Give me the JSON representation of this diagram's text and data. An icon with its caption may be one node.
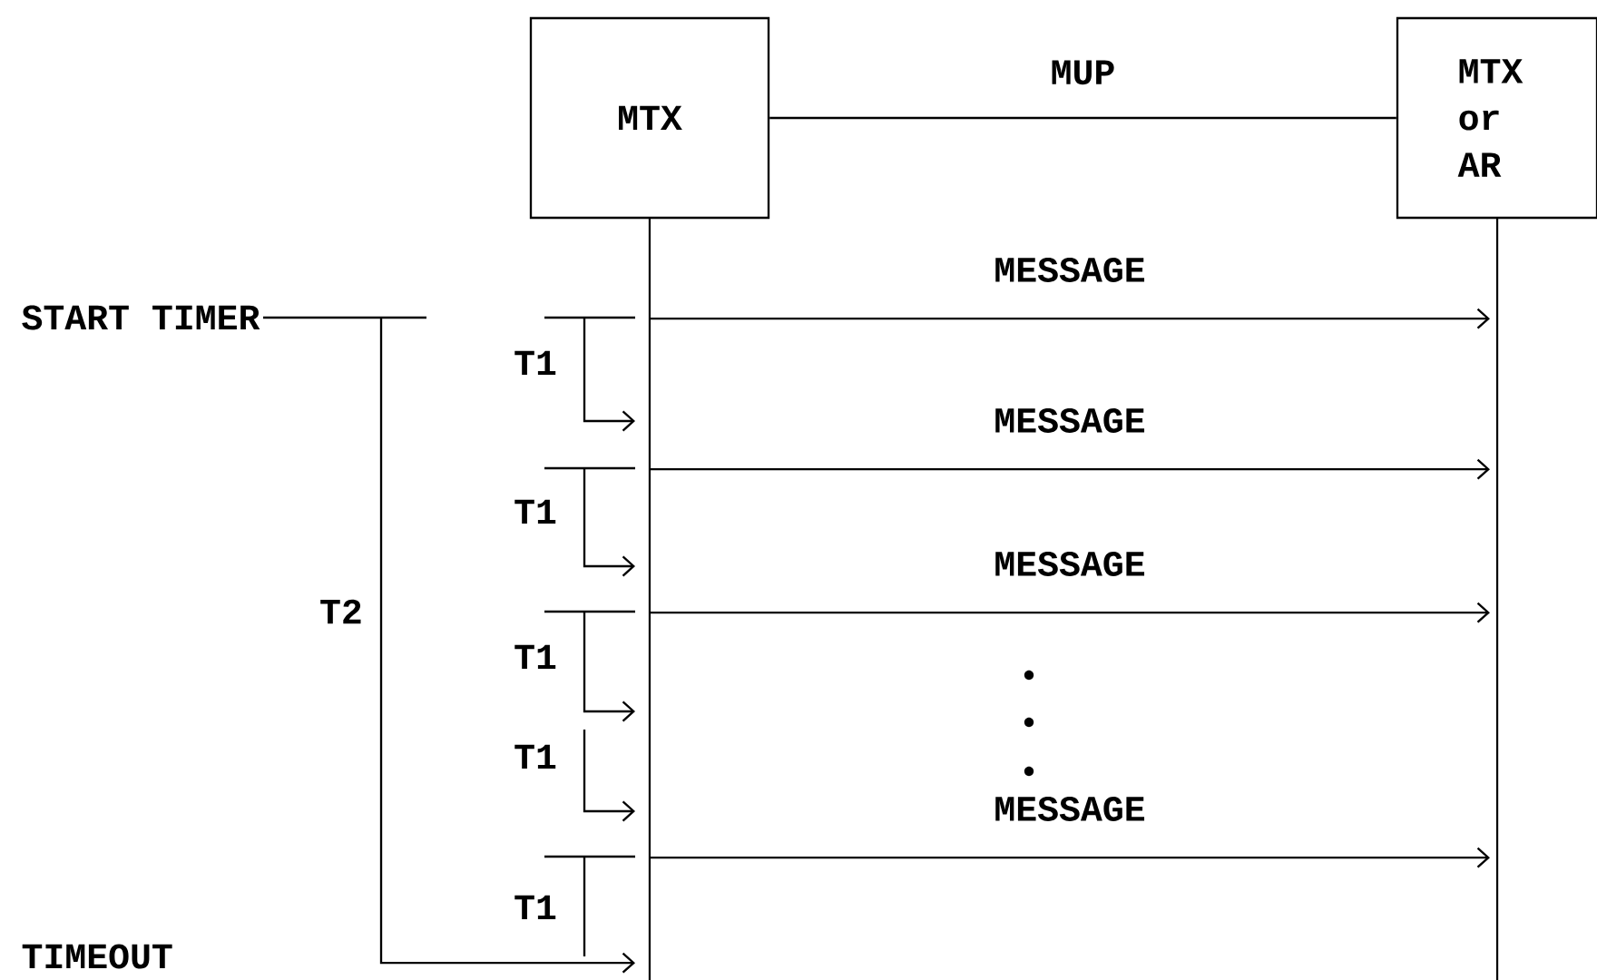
{
  "diagram": {
    "nodes": [
      {
        "text": [
          "MTX"
        ]
      },
      {
        "text": [
          "MTX or AR"
        ]
      },
      {
        "text": [
          "START TIMER"
        ]
      },
      {
        "text": [
          "TIMEOUT"
        ]
      }
    ],
    "edges": [
      {
        "from": 0,
        "to": 1,
        "label": "MUP",
        "arrow": "none"
      },
      {
        "from": 0,
        "to": 1,
        "label": "MESSAGE",
        "arrow": "to"
      },
      {
        "from": 0,
        "to": 1,
        "label": "MESSAGE",
        "arrow": "to"
      },
      {
        "from": 0,
        "to": 1,
        "label": "MESSAGE",
        "arrow": "to"
      },
      {
        "from": 0,
        "to": 1,
        "label": "MESSAGE",
        "arrow": "to"
      },
      {
        "from": 2,
        "to": 0,
        "label": "T2",
        "arrow": "to"
      }
    ],
    "labels": [
      "T1",
      "T1",
      "T1",
      "T1",
      "T1"
    ]
  }
}
